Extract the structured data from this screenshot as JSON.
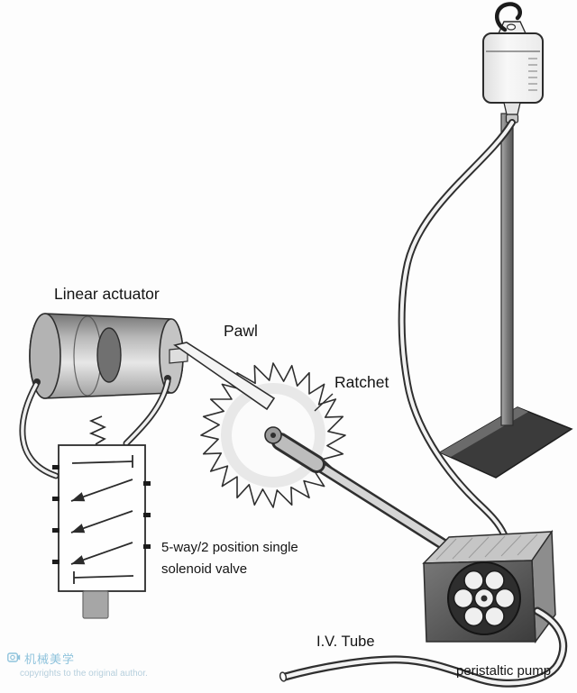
{
  "diagram": {
    "labels": {
      "linear_actuator": "Linear actuator",
      "pawl": "Pawl",
      "ratchet": "Ratchet",
      "solenoid_valve_line1": "5-way/2 position single",
      "solenoid_valve_line2": "solenoid valve",
      "iv_tube": "I.V. Tube",
      "peristaltic_pump": "peristaltic pump"
    }
  },
  "watermark": {
    "brand": "机械美学",
    "copyright": "copyrights to the original author."
  },
  "colors": {
    "background": "#fdfdfd",
    "ink": "#2f2f2f",
    "label_text": "#141414",
    "watermark_blue": "#8fc3dc",
    "watermark_gray_blue": "#b6cfdd"
  }
}
